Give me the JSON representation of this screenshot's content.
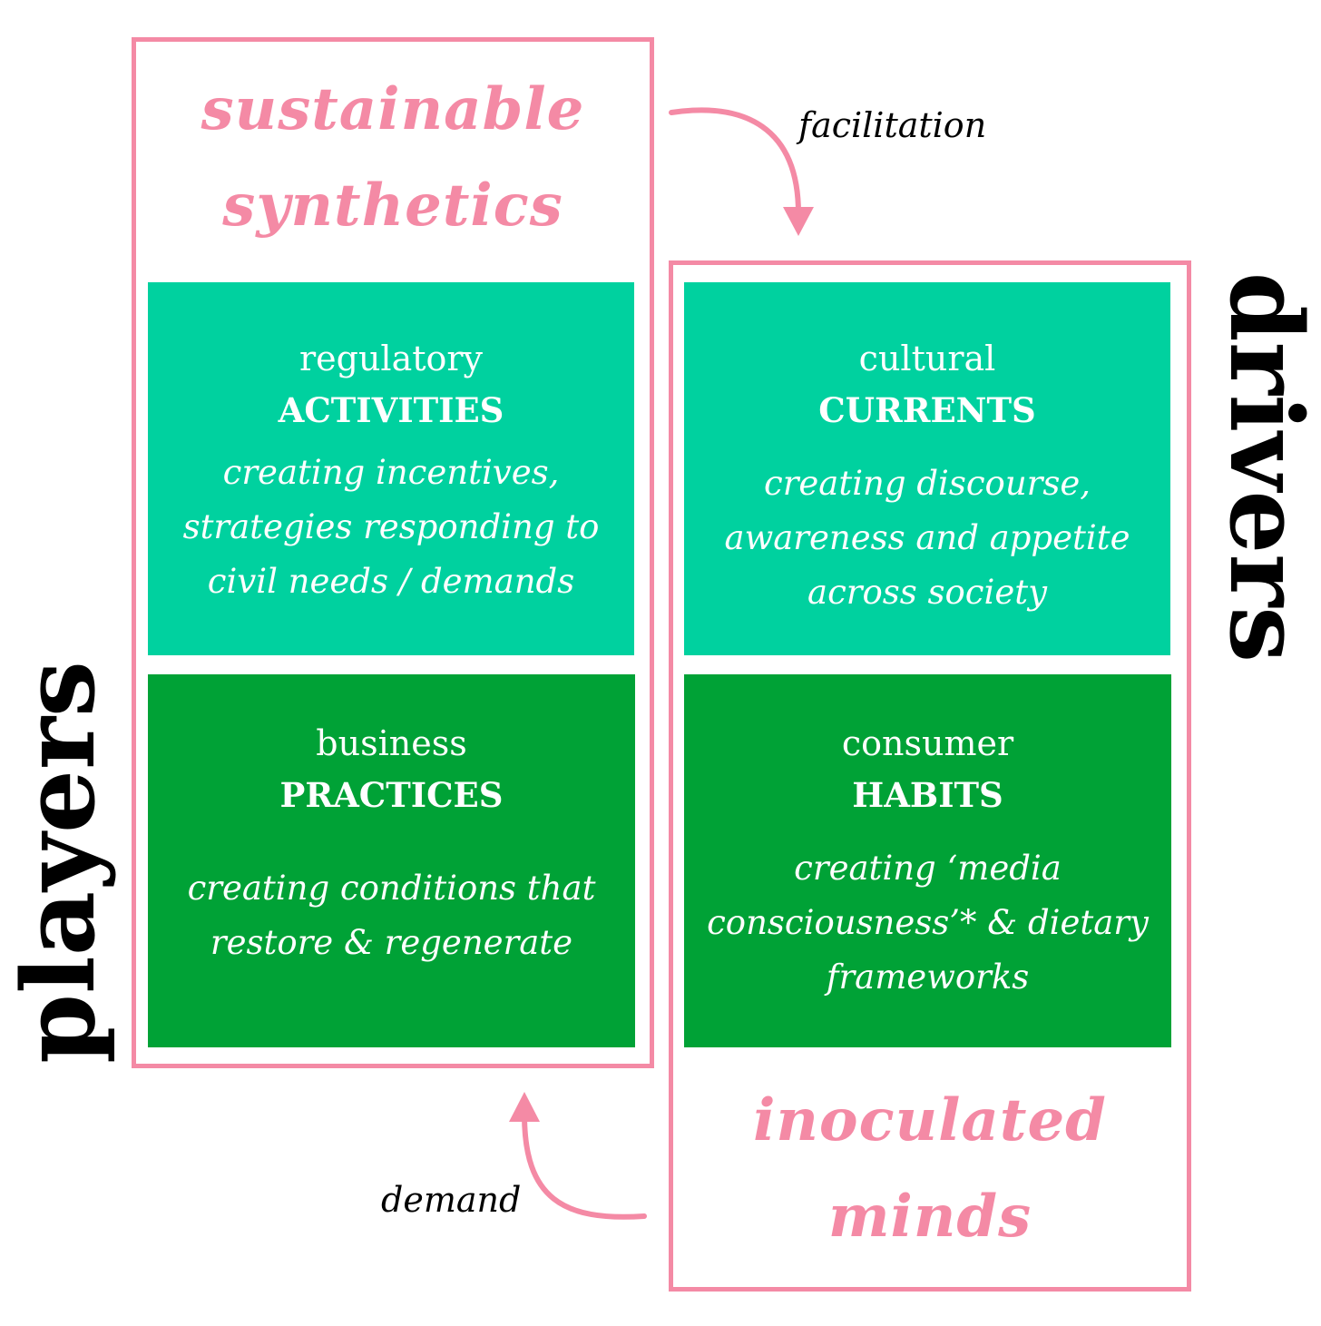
{
  "left_panel": {
    "title_lines": [
      "sustainable",
      "synthetics"
    ],
    "side_label": "players",
    "boxes": [
      {
        "kicker": "regulatory",
        "headline": "ACTIVITIES",
        "desc_lines": [
          "creating incentives,",
          "strategies responding to",
          "civil needs / demands"
        ]
      },
      {
        "kicker": "business",
        "headline": "PRACTICES",
        "desc_lines": [
          "creating conditions that",
          "restore & regenerate"
        ]
      }
    ]
  },
  "right_panel": {
    "title_lines": [
      "inoculated",
      "minds"
    ],
    "side_label": "drivers",
    "boxes": [
      {
        "kicker": "cultural",
        "headline": "CURRENTS",
        "desc_lines": [
          "creating discourse,",
          "awareness and appetite",
          "across society"
        ]
      },
      {
        "kicker": "consumer",
        "headline": "HABITS",
        "desc_lines": [
          "creating ‘media",
          "consciousness’* & dietary",
          "frameworks"
        ]
      }
    ]
  },
  "arrows": {
    "top_label": "facilitation",
    "bottom_label": "demand"
  },
  "colors": {
    "frame": "#f48aa5",
    "title": "#f48aa5",
    "teal_box": "#00d19f",
    "green_box": "#00a236",
    "text_dark": "#000000",
    "text_light": "#ffffff"
  }
}
